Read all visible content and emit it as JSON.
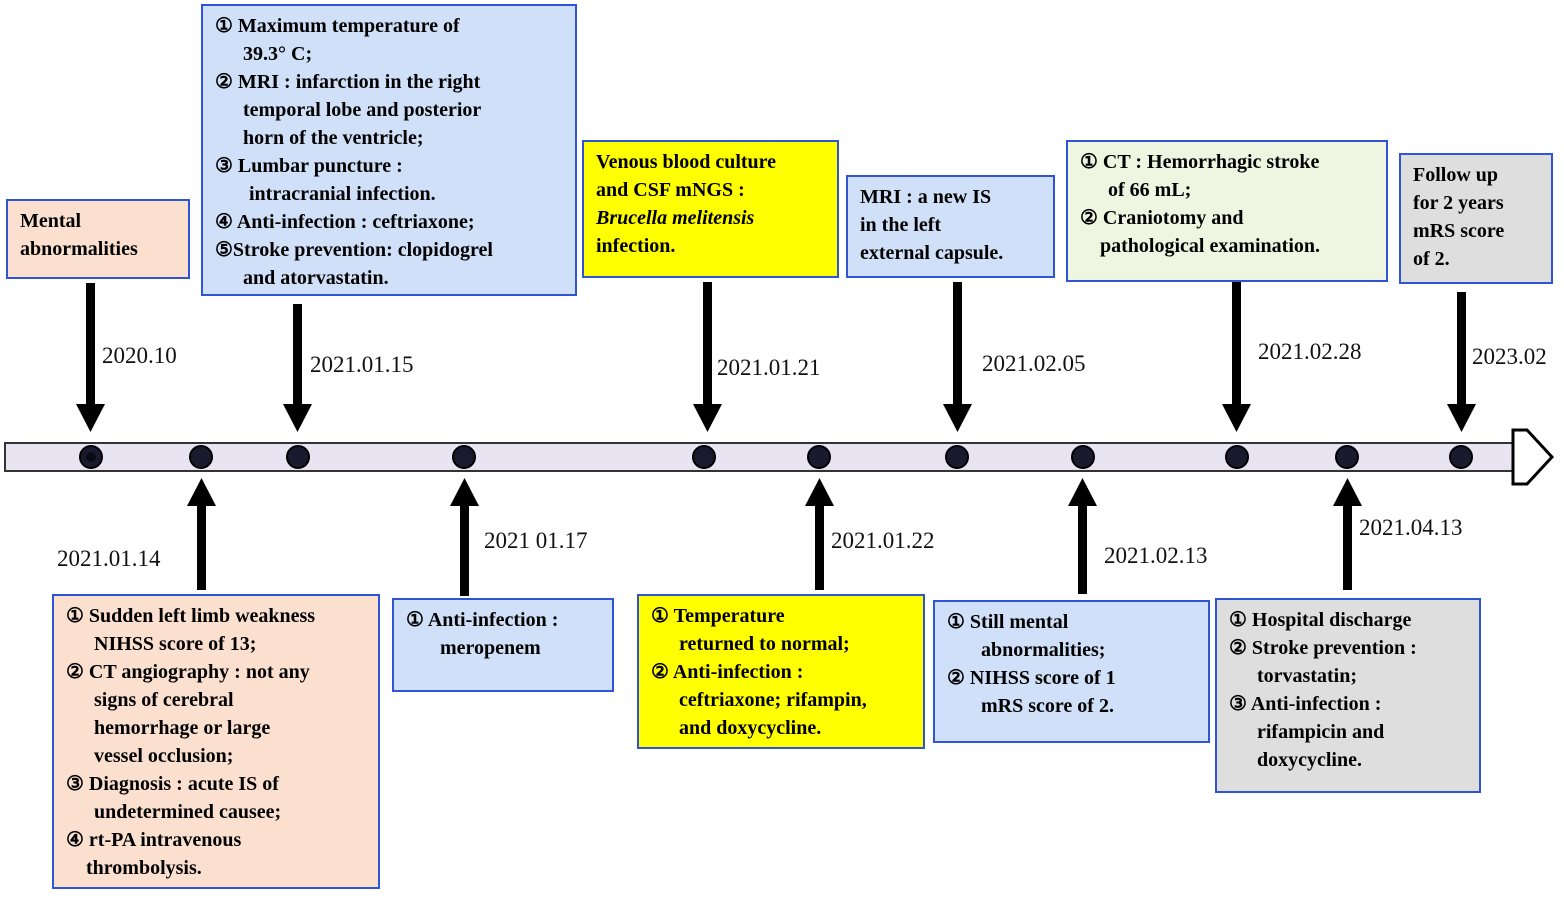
{
  "boxes": {
    "mental": {
      "lines": [
        "Mental",
        "abnormalities"
      ]
    },
    "b0115": {
      "lines": [
        "① Maximum temperature of",
        "39.3° C;",
        "② MRI : infarction in the right",
        "temporal lobe and posterior",
        "horn of the ventricle;",
        "③ Lumbar puncture :",
        "intracranial infection.",
        "④ Anti-infection : ceftriaxone;",
        "⑤Stroke prevention: clopidogrel",
        "and atorvastatin."
      ]
    },
    "b0121": {
      "lines": [
        "Venous blood culture",
        "and CSF mNGS :",
        "Brucella melitensis",
        "infection."
      ]
    },
    "b0205": {
      "lines": [
        "MRI : a new IS",
        "in the left",
        "external capsule."
      ]
    },
    "b0228": {
      "lines": [
        "① CT : Hemorrhagic stroke",
        "of 66 mL;",
        "② Craniotomy and",
        "pathological examination."
      ]
    },
    "b2023": {
      "lines": [
        "Follow up",
        "for 2 years",
        "mRS score",
        "of 2."
      ]
    },
    "b0114": {
      "lines": [
        "① Sudden left limb weakness",
        "NIHSS score of 13;",
        "② CT angiography : not any",
        "signs of cerebral",
        "hemorrhage or large",
        "vessel occlusion;",
        "③ Diagnosis : acute IS of",
        "undetermined causee;",
        "④ rt-PA intravenous",
        "thrombolysis."
      ]
    },
    "b0117": {
      "lines": [
        "① Anti-infection :",
        "meropenem"
      ]
    },
    "b0122": {
      "lines": [
        "① Temperature",
        "returned to normal;",
        "② Anti-infection :",
        "ceftriaxone; rifampin,",
        "and doxycycline."
      ]
    },
    "b0213": {
      "lines": [
        "① Still mental",
        "abnormalities;",
        "② NIHSS score of 1",
        "mRS score of 2."
      ]
    },
    "b0413": {
      "lines": [
        "① Hospital discharge",
        "② Stroke prevention :",
        "torvastatin;",
        "③ Anti-infection :",
        "rifampicin and",
        "doxycycline."
      ]
    }
  },
  "dates": {
    "d202010": "2020.10",
    "d0115": "2021.01.15",
    "d0121": "2021.01.21",
    "d0205": "2021.02.05",
    "d0228": "2021.02.28",
    "d2023": "2023.02",
    "d0114": "2021.01.14",
    "d0117": "2021 01.17",
    "d0122": "2021.01.22",
    "d0213": "2021.02.13",
    "d0413": "2021.04.13"
  },
  "colors": {
    "box_border": "#2f55d4",
    "peach": "#fbe0cf",
    "blue": "#cfe0f8",
    "yellow": "#ffff00",
    "green": "#eef6e2",
    "gray": "#dedede",
    "timeline_fill": "#e8e4f2"
  }
}
